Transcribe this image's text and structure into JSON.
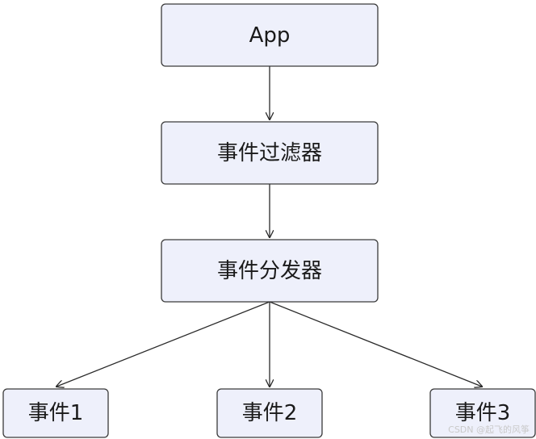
{
  "diagram": {
    "nodes": {
      "app": "App",
      "filter": "事件过滤器",
      "dispatcher": "事件分发器",
      "event1": "事件1",
      "event2": "事件2",
      "event3": "事件3"
    },
    "edges": [
      {
        "from": "app",
        "to": "filter"
      },
      {
        "from": "filter",
        "to": "dispatcher"
      },
      {
        "from": "dispatcher",
        "to": "event1"
      },
      {
        "from": "dispatcher",
        "to": "event2"
      },
      {
        "from": "dispatcher",
        "to": "event3"
      }
    ],
    "colors": {
      "node_fill": "#eef0fb",
      "node_border": "#3a3a3a",
      "edge": "#2a2a2a",
      "text": "#1a1a1a"
    }
  },
  "watermark": "CSDN @起飞的风筝"
}
